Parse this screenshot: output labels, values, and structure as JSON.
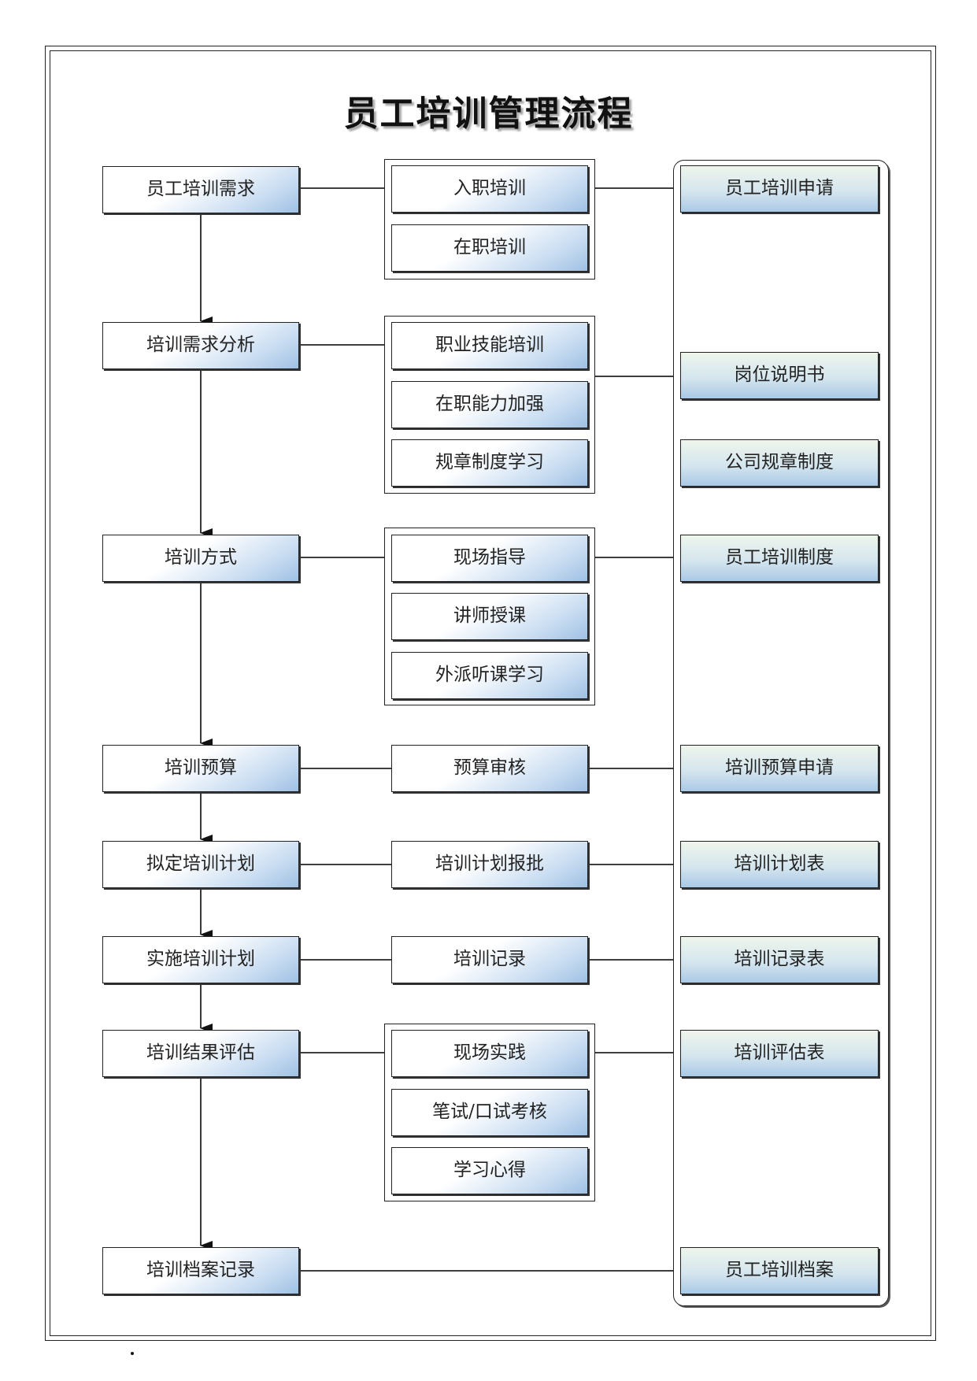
{
  "title": "员工培训管理流程",
  "stages": [
    {
      "label": "员工培训需求"
    },
    {
      "label": "培训需求分析"
    },
    {
      "label": "培训方式"
    },
    {
      "label": "培训预算"
    },
    {
      "label": "拟定培训计划"
    },
    {
      "label": "实施培训计划"
    },
    {
      "label": "培训结果评估"
    },
    {
      "label": "培训档案记录"
    }
  ],
  "details": [
    {
      "label": "入职培训"
    },
    {
      "label": "在职培训"
    },
    {
      "label": "职业技能培训"
    },
    {
      "label": "在职能力加强"
    },
    {
      "label": "规章制度学习"
    },
    {
      "label": "现场指导"
    },
    {
      "label": "讲师授课"
    },
    {
      "label": "外派听课学习"
    },
    {
      "label": "预算审核"
    },
    {
      "label": "培训计划报批"
    },
    {
      "label": "培训记录"
    },
    {
      "label": "现场实践"
    },
    {
      "label": "笔试/口试考核"
    },
    {
      "label": "学习心得"
    }
  ],
  "documents": [
    {
      "label": "员工培训申请"
    },
    {
      "label": "岗位说明书"
    },
    {
      "label": "公司规章制度"
    },
    {
      "label": "员工培训制度"
    },
    {
      "label": "培训预算申请"
    },
    {
      "label": "培训计划表"
    },
    {
      "label": "培训记录表"
    },
    {
      "label": "培训评估表"
    },
    {
      "label": "员工培训档案"
    }
  ]
}
